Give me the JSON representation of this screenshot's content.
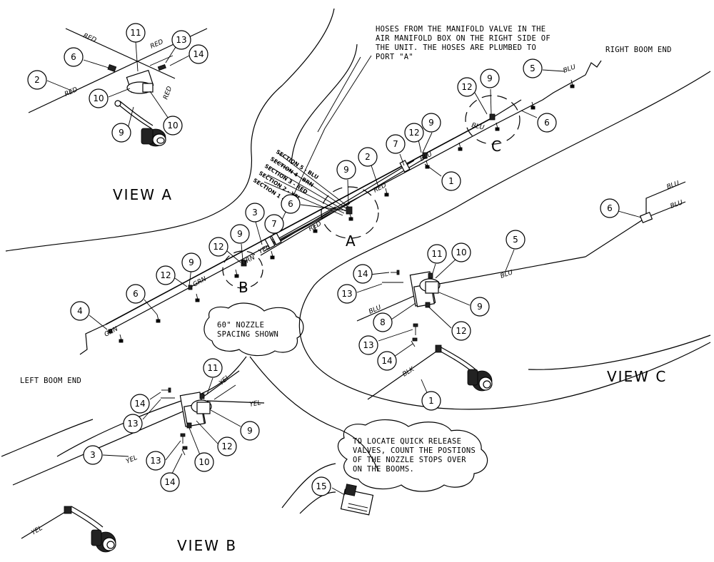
{
  "notes": {
    "manifold_note": [
      "HOSES FROM THE MANIFOLD VALVE IN THE",
      "AIR MANIFOLD BOX ON THE RIGHT SIDE OF",
      "THE UNIT. THE HOSES ARE PLUMBED TO",
      "PORT \"A\""
    ],
    "right_boom_end": "RIGHT BOOM END",
    "left_boom_end": "LEFT BOOM END",
    "nozzle_spacing": [
      "60\" NOZZLE",
      "SPACING SHOWN"
    ],
    "quick_release": [
      "TO LOCATE QUICK RELEASE",
      "VALVES, COUNT THE POSTIONS",
      "OF THE NOZZLE STOPS OVER",
      "ON THE BOOMS."
    ]
  },
  "views": {
    "view_a": "VIEW A",
    "view_b": "VIEW B",
    "view_c": "VIEW C"
  },
  "detail_markers": {
    "a": "A",
    "b": "B",
    "c": "C"
  },
  "sections": [
    "SECTION 5 - BLU",
    "SECTION 4 - BRN",
    "SECTION 3 - RED",
    "SECTION 2 - YEL",
    "SECTION 1 - GRN"
  ],
  "hose_labels": {
    "red1": "RED",
    "red2": "RED",
    "red3": "RED",
    "red4": "RED",
    "red_main1": "RED",
    "red_main2": "RED",
    "blu1": "BLU",
    "blu2": "BLU",
    "blu3": "BLU",
    "blu4": "BLU",
    "blu5": "BLU",
    "blu6": "BLU",
    "blu7": "BLU",
    "yel1": "YEL",
    "yel2": "YEL",
    "yel3": "YEL",
    "yel4": "YEL",
    "yel5": "YEL",
    "grn1": "GRN",
    "grn2": "GRN",
    "grn3": "GRN",
    "blk1": "BLK"
  },
  "callouts": {
    "va_11": "11",
    "va_6": "6",
    "va_13": "13",
    "va_14": "14",
    "va_2": "2",
    "va_10a": "10",
    "va_10b": "10",
    "va_9": "9",
    "m_9a": "9",
    "m_12a": "12",
    "m_5": "5",
    "m_6a": "6",
    "m_9b": "9",
    "m_12b": "12",
    "m_7a": "7",
    "m_1": "1",
    "m_2": "2",
    "m_9c": "9",
    "m_6b": "6",
    "m_3": "3",
    "m_7b": "7",
    "m_9d": "9",
    "m_12c": "12",
    "m_12d": "12",
    "m_9e": "9",
    "m_6c": "6",
    "m_4": "4",
    "vc_6": "6",
    "vc_5": "5",
    "vc_11": "11",
    "vc_10": "10",
    "vc_14a": "14",
    "vc_13a": "13",
    "vc_9": "9",
    "vc_8": "8",
    "vc_12": "12",
    "vc_13b": "13",
    "vc_14b": "14",
    "vc_1": "1",
    "vb_11": "11",
    "vb_14a": "14",
    "vb_13a": "13",
    "vb_9": "9",
    "vb_12": "12",
    "vb_3": "3",
    "vb_13b": "13",
    "vb_10": "10",
    "vb_14b": "14",
    "vb_15": "15"
  }
}
